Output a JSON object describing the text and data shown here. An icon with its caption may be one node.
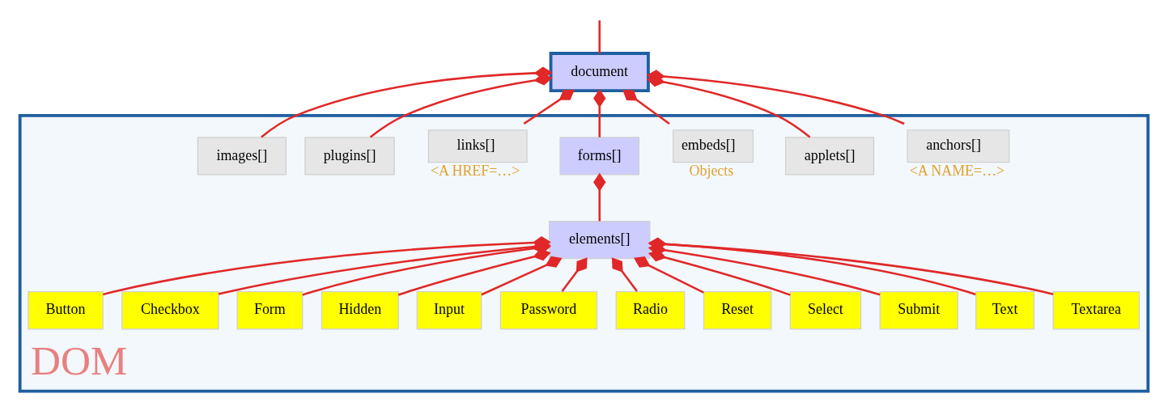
{
  "diagram": {
    "nodes": [
      {
        "text": [
          "document"
        ]
      },
      {
        "text": [
          "DOM"
        ]
      },
      {
        "text": [
          "anchors[]"
        ],
        "in": 1,
        "beside": [
          "<A NAME=…>"
        ]
      },
      {
        "text": [
          "applets[]"
        ],
        "in": 1
      },
      {
        "text": [
          "embeds[]"
        ],
        "in": 1,
        "beside": [
          "Objects"
        ]
      },
      {
        "text": [
          "forms[]"
        ],
        "in": 1
      },
      {
        "text": [
          "links[]"
        ],
        "in": 1,
        "beside": [
          "<A HREF=…>"
        ]
      },
      {
        "text": [
          "plugins[]"
        ],
        "in": 1
      },
      {
        "text": [
          "images[]"
        ],
        "in": 1
      },
      {
        "text": [
          "elements[]"
        ],
        "in": 1
      },
      {
        "text": [
          "Button"
        ],
        "in": 1
      },
      {
        "text": [
          "Checkbox"
        ],
        "in": 1
      },
      {
        "text": [
          "Form"
        ],
        "in": 1
      },
      {
        "text": [
          "Hidden"
        ],
        "in": 1
      },
      {
        "text": [
          "Input"
        ],
        "in": 1
      },
      {
        "text": [
          "Password"
        ],
        "in": 1
      },
      {
        "text": [
          "Radio"
        ],
        "in": 1
      },
      {
        "text": [
          "Reset"
        ],
        "in": 1
      },
      {
        "text": [
          "Select"
        ],
        "in": 1
      },
      {
        "text": [
          "Submit"
        ],
        "in": 1
      },
      {
        "text": [
          "Text"
        ],
        "in": 1
      },
      {
        "text": [
          "Textarea"
        ],
        "in": 1
      }
    ],
    "edges": [
      {
        "from": null,
        "to": 0,
        "arrow": "none"
      },
      {
        "from": 0,
        "to": 2,
        "arrow": "other"
      },
      {
        "from": 0,
        "to": 3,
        "arrow": "other"
      },
      {
        "from": 0,
        "to": 4,
        "arrow": "other"
      },
      {
        "from": 0,
        "to": 5,
        "arrow": "other"
      },
      {
        "from": 0,
        "to": 6,
        "arrow": "other"
      },
      {
        "from": 0,
        "to": 7,
        "arrow": "other"
      },
      {
        "from": 0,
        "to": 8,
        "arrow": "other"
      },
      {
        "from": 5,
        "to": 9,
        "arrow": "other"
      },
      {
        "from": 9,
        "to": 10,
        "arrow": "other"
      },
      {
        "from": 9,
        "to": 11,
        "arrow": "other"
      },
      {
        "from": 9,
        "to": 12,
        "arrow": "other"
      },
      {
        "from": 9,
        "to": 13,
        "arrow": "other"
      },
      {
        "from": 9,
        "to": 14,
        "arrow": "other"
      },
      {
        "from": 9,
        "to": 15,
        "arrow": "other"
      },
      {
        "from": 9,
        "to": 16,
        "arrow": "other"
      },
      {
        "from": 9,
        "to": 17,
        "arrow": "other"
      },
      {
        "from": 9,
        "to": 18,
        "arrow": "other"
      },
      {
        "from": 9,
        "to": 19,
        "arrow": "other"
      },
      {
        "from": 9,
        "to": 20,
        "arrow": "other"
      },
      {
        "from": 9,
        "to": 21,
        "arrow": "other"
      }
    ]
  }
}
